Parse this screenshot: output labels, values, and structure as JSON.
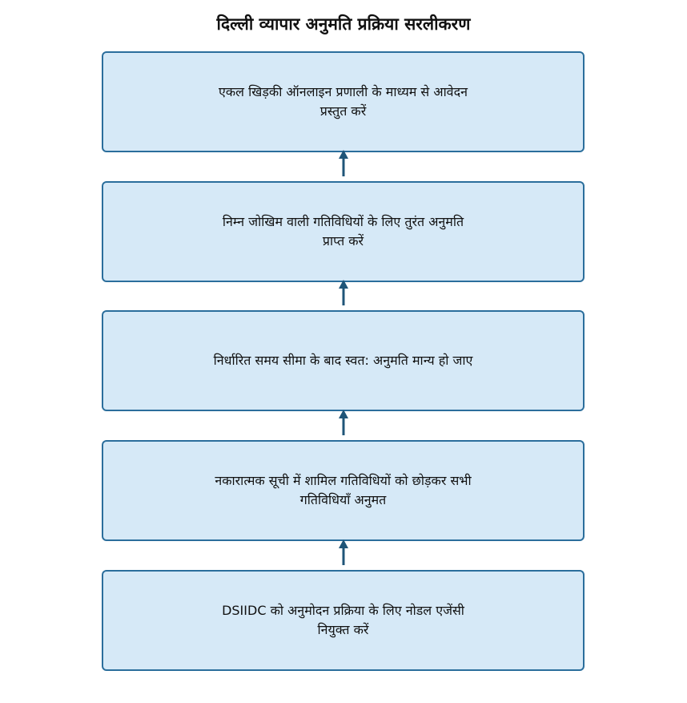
{
  "title": "दिल्ली व्यापार अनुमति प्रक्रिया सरलीकरण",
  "colors": {
    "box_fill": "#d6e9f7",
    "box_border": "#2b6e9c",
    "arrow": "#1f5578"
  },
  "steps": [
    {
      "text": "एकल खिड़की ऑनलाइन प्रणाली के माध्यम से आवेदन प्रस्तुत करें"
    },
    {
      "text": "निम्न जोखिम वाली गतिविधियों के लिए तुरंत अनुमति प्राप्त करें"
    },
    {
      "text": "निर्धारित समय सीमा के बाद स्वत: अनुमति मान्य हो जाए"
    },
    {
      "text": "नकारात्मक सूची में शामिल गतिविधियों को छोड़कर सभी गतिविधियाँ अनुमत"
    },
    {
      "text": "DSIIDC को अनुमोदन प्रक्रिया के लिए नोडल एजेंसी नियुक्त करें"
    }
  ],
  "edges": [
    {
      "from": 1,
      "to": 0,
      "direction": "up"
    },
    {
      "from": 2,
      "to": 1,
      "direction": "up"
    },
    {
      "from": 3,
      "to": 2,
      "direction": "up"
    },
    {
      "from": 4,
      "to": 3,
      "direction": "up"
    }
  ]
}
